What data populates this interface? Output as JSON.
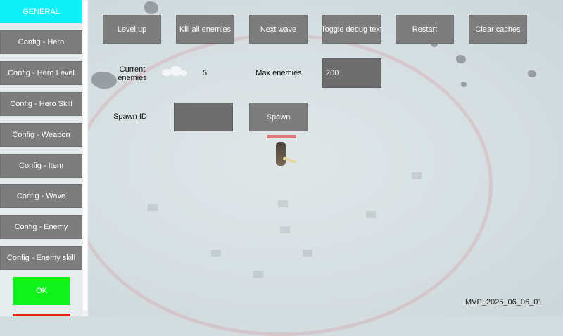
{
  "sidebar": {
    "general_tab": "GENERAL",
    "items": [
      {
        "label": "Config - Hero"
      },
      {
        "label": "Config - Hero Level"
      },
      {
        "label": "Config - Hero Skill"
      },
      {
        "label": "Config - Weapon"
      },
      {
        "label": "Config - Item"
      },
      {
        "label": "Config - Wave"
      },
      {
        "label": "Config - Enemy"
      },
      {
        "label": "Config - Enemy skill"
      }
    ],
    "ok_label": "OK"
  },
  "toolbar": {
    "level_up": "Level up",
    "kill_all": "Kill all enemies",
    "next_wave": "Next wave",
    "toggle_debug": "Toggle debug text",
    "restart": "Restart",
    "clear_caches": "Clear caches"
  },
  "enemies": {
    "current_label_line1": "Current",
    "current_label_line2": "enemies",
    "current_value": "5",
    "max_label": "Max enemies",
    "max_value": "200"
  },
  "spawn": {
    "label": "Spawn ID",
    "input_value": "",
    "button_label": "Spawn"
  },
  "version": "MVP_2025_06_06_01",
  "colors": {
    "general_tab": "#0ef0f7",
    "button_gray": "#7d7d7d",
    "ok_green": "#11f21b",
    "danger_red": "#f21d1d"
  }
}
